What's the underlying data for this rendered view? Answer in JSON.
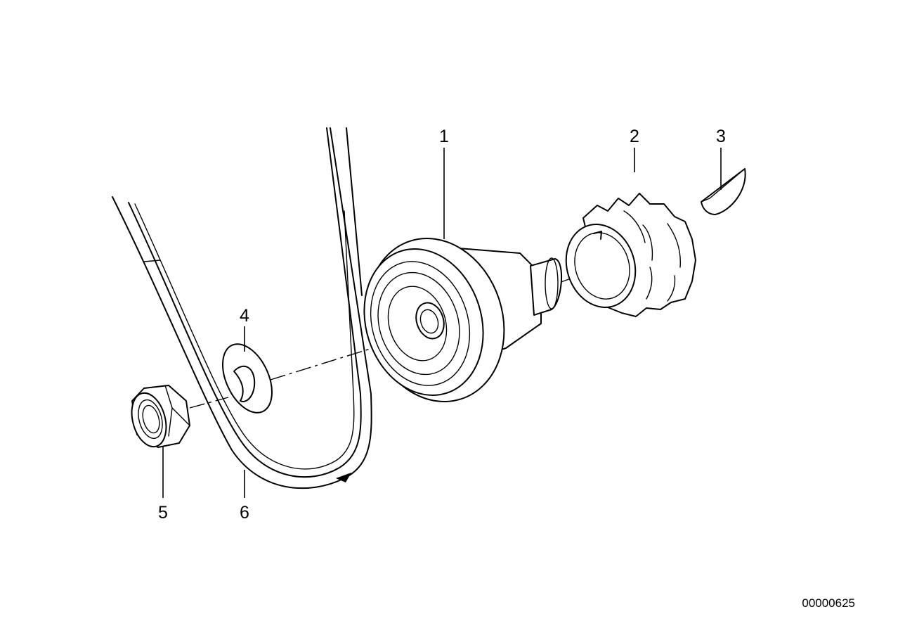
{
  "callouts": [
    {
      "id": "1",
      "label": "1"
    },
    {
      "id": "2",
      "label": "2"
    },
    {
      "id": "3",
      "label": "3"
    },
    {
      "id": "4",
      "label": "4"
    },
    {
      "id": "5",
      "label": "5"
    },
    {
      "id": "6",
      "label": "6"
    }
  ],
  "reference_number": "00000625"
}
